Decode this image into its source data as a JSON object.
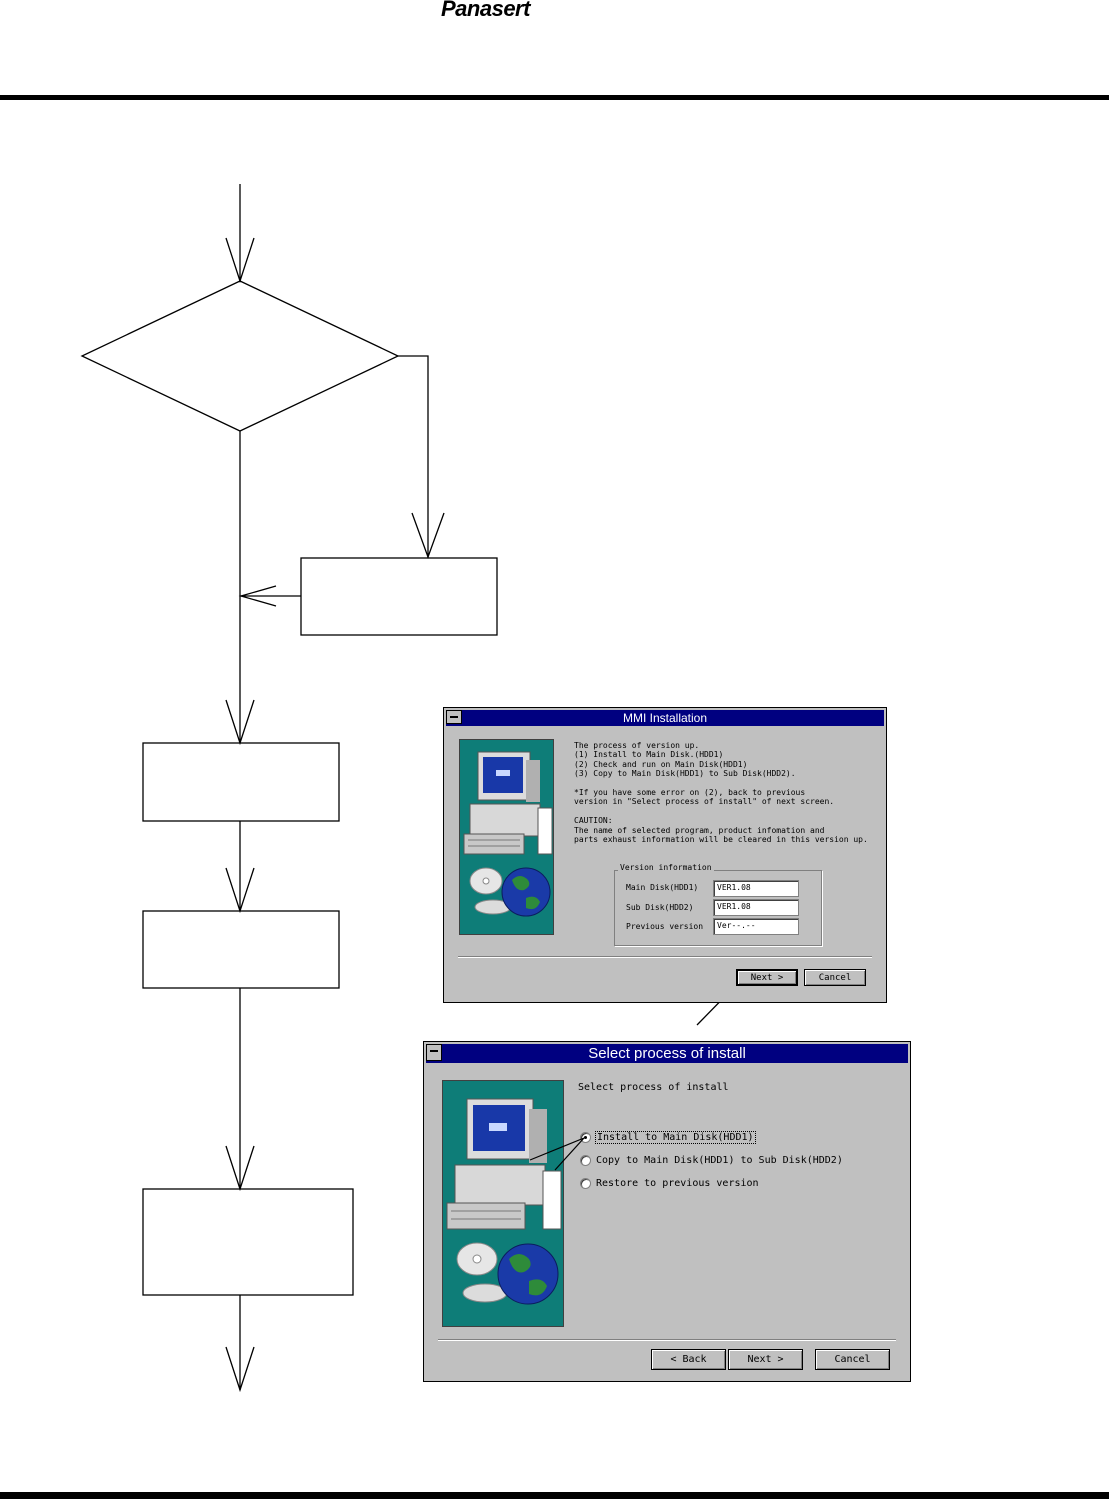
{
  "header": {
    "logo": "Panasert"
  },
  "window1": {
    "title": "MMI Installation",
    "description": "The process of version up.\n(1) Install to Main Disk.(HDD1)\n(2) Check and run on Main Disk(HDD1)\n(3) Copy to Main Disk(HDD1) to Sub Disk(HDD2).\n\n*If you have some error on (2), back to previous\nversion in \"Select process of install\" of next screen.\n\nCAUTION:\nThe name of selected program, product infomation and\nparts exhaust information will be cleared in this version up.",
    "group_label": "Version information",
    "fields": [
      {
        "label": "Main Disk(HDD1)",
        "value": "VER1.08"
      },
      {
        "label": "Sub Disk(HDD2)",
        "value": "VER1.08"
      },
      {
        "label": "Previous version",
        "value": "Ver--.--"
      }
    ],
    "next_label": "Next >",
    "cancel_label": "Cancel"
  },
  "window2": {
    "title": "Select process of install",
    "prompt": "Select process of install",
    "options": [
      {
        "label": "Install to Main Disk(HDD1)",
        "selected": true
      },
      {
        "label": "Copy to Main Disk(HDD1) to Sub Disk(HDD2)",
        "selected": false
      },
      {
        "label": "Restore to previous version",
        "selected": false
      }
    ],
    "back_label": "< Back",
    "next_label": "Next >",
    "cancel_label": "Cancel"
  },
  "icons": [
    "computer-illustration",
    "cd-disc-icon",
    "globe-icon"
  ],
  "colors": {
    "titlebar": "#000080",
    "art_background": "#0e7d78",
    "window_face": "#c0c0c0"
  }
}
